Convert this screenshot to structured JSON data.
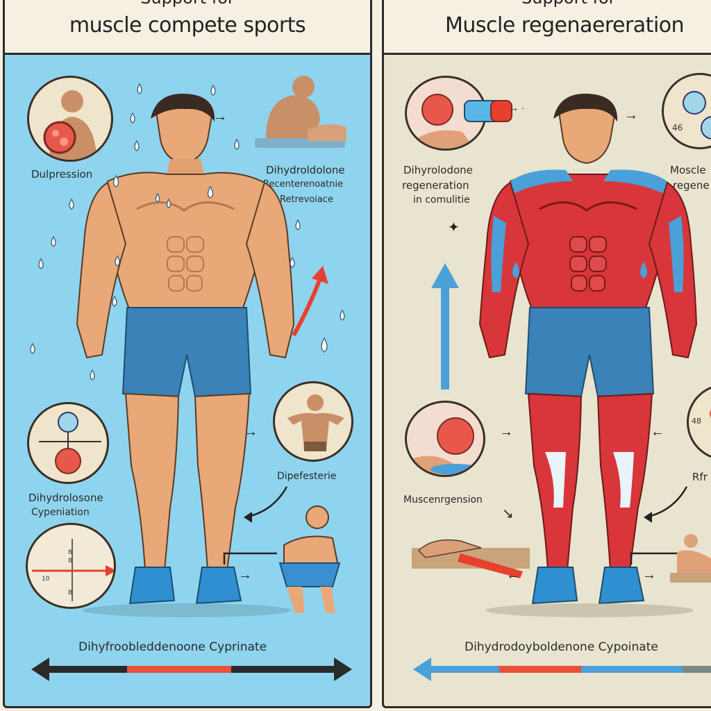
{
  "left_panel": {
    "title_line1": "Support for",
    "title_line2": "muscle compete sports",
    "labels": {
      "depression": "Dulpression",
      "dihydro_right": [
        "Dihydroldolone",
        "Recenterenoatnie",
        "Retrevoiace"
      ],
      "dipe": "Dipefesterie",
      "dihydro_left": [
        "Dihydrolosone",
        "Cypeniation"
      ],
      "bottom": "Dihyfroobleddenoone Cyprinate"
    },
    "colors": {
      "background": "#8fd4ee",
      "skin": "#e8a878",
      "shorts": "#3a82b8"
    }
  },
  "right_panel": {
    "title_line1": "Support for",
    "title_line2": "Muscle  regenaereration",
    "labels": {
      "dihydro": [
        "Dihyrolodone",
        "regeneration",
        "in comulitie"
      ],
      "muscle_right": [
        "Moscle",
        "regene"
      ],
      "muscle_regen": "Muscenrgension",
      "rfr": "Rfr",
      "bottom": "Dihydrodoyboldenone Cypoinate"
    },
    "colors": {
      "background": "#e9e4cf",
      "muscle": "#d8363a",
      "muscle_blue": "#4aa0d8"
    }
  }
}
